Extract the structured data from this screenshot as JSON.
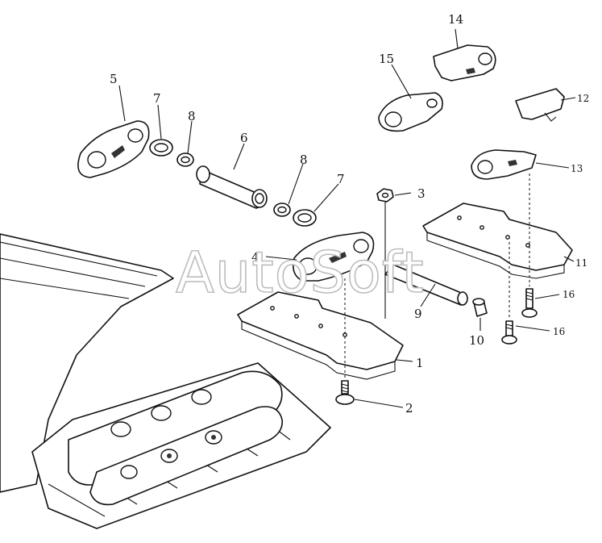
{
  "watermark": "AutoSoft",
  "callouts": {
    "c1": "1",
    "c2": "2",
    "c3": "3",
    "c4": "4",
    "c5": "5",
    "c6": "6",
    "c7a": "7",
    "c7b": "7",
    "c8a": "8",
    "c8b": "8",
    "c9": "9",
    "c10": "10",
    "c11": "11",
    "c12": "12",
    "c13": "13",
    "c14": "14",
    "c15": "15",
    "c16a": "16",
    "c16b": "16"
  }
}
